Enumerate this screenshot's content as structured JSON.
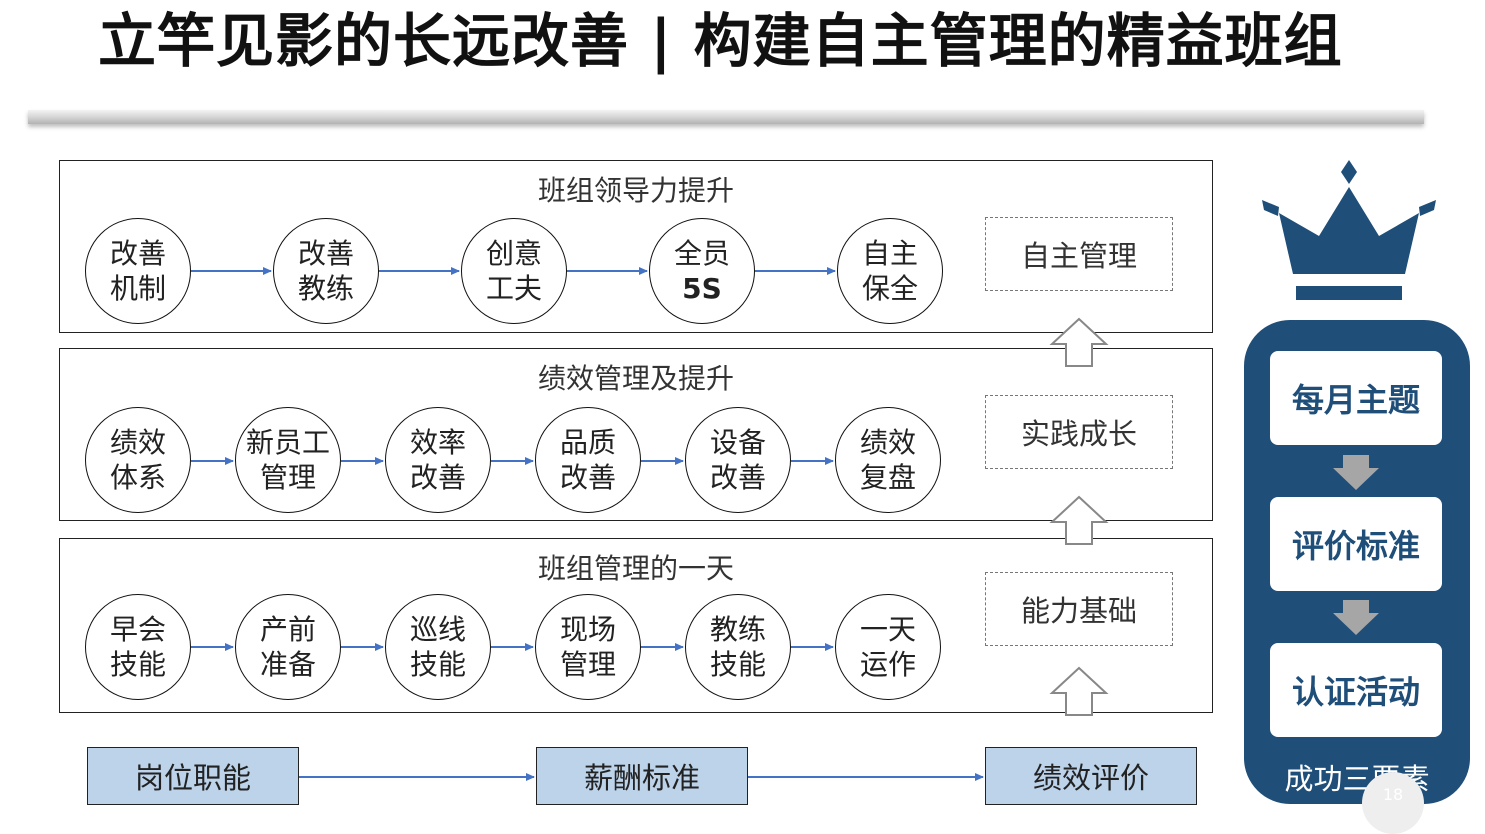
{
  "title": "立竿见影的长远改善 | 构建自主管理的精益班组",
  "panels": [
    {
      "title": "班组领导力提升",
      "nodes": [
        [
          "改善",
          "机制"
        ],
        [
          "改善",
          "教练"
        ],
        [
          "创意",
          "工夫"
        ],
        [
          "全员",
          "5S"
        ],
        [
          "自主",
          "保全"
        ]
      ],
      "level": "自主管理"
    },
    {
      "title": "绩效管理及提升",
      "nodes": [
        [
          "绩效",
          "体系"
        ],
        [
          "新员工",
          "管理"
        ],
        [
          "效率",
          "改善"
        ],
        [
          "品质",
          "改善"
        ],
        [
          "设备",
          "改善"
        ],
        [
          "绩效",
          "复盘"
        ]
      ],
      "level": "实践成长"
    },
    {
      "title": "班组管理的一天",
      "nodes": [
        [
          "早会",
          "技能"
        ],
        [
          "产前",
          "准备"
        ],
        [
          "巡线",
          "技能"
        ],
        [
          "现场",
          "管理"
        ],
        [
          "教练",
          "技能"
        ],
        [
          "一天",
          "运作"
        ]
      ],
      "level": "能力基础"
    }
  ],
  "bottom_flow": [
    "岗位职能",
    "薪酬标准",
    "绩效评价"
  ],
  "sidebar": {
    "steps": [
      "每月主题",
      "评价标准",
      "认证活动"
    ],
    "caption": "成功三要素",
    "icon": "crown-icon"
  },
  "page_number": "18",
  "colors": {
    "navy": "#1f4e79",
    "arrow_blue": "#4472c4",
    "box_fill": "#bcd3ea",
    "down_arrow_gray": "#a6a6a6"
  }
}
